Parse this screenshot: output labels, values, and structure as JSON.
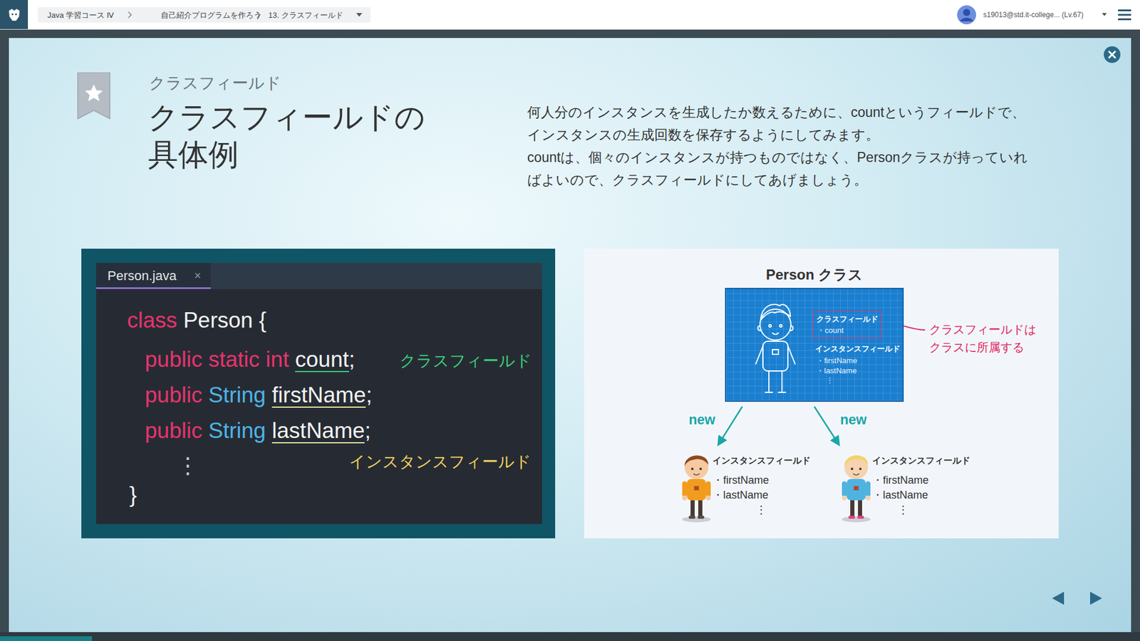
{
  "diagram": {
    "title": "クラスフィールドの 具体例",
    "nodes": [
      {
        "text": [
          "Person クラス",
          "インスタンスフィールド",
          "・firstName",
          "・lastName",
          "⋮"
        ]
      },
      {
        "text": [
          "クラスフィールド",
          "・count"
        ],
        "in": 0
      },
      {
        "text": [
          "インスタンスフィールド",
          "・firstName",
          "・lastName",
          "⋮"
        ]
      },
      {
        "text": [
          "インスタンスフィールド",
          "・firstName",
          "・lastName",
          "⋮"
        ]
      }
    ],
    "edges": [
      {
        "from": 0,
        "to": 2,
        "arrow": "to",
        "label": "new"
      },
      {
        "from": 0,
        "to": 3,
        "arrow": "to",
        "label": "new"
      }
    ],
    "labels": [
      "Java 学習コース Ⅳ",
      "自己紹介プログラムを作ろう",
      "13. クラスフィールド",
      "s19013@std.it-college... (Lv.67)",
      "クラスフィールド",
      "何人分のインスタンスを生成したか数えるために、countというフィールドで、インスタンスの生成回数を保存するようにしてみます。",
      "countは、個々のインスタンスが持つものではなく、Personクラスが持っていればよいので、クラスフィールドにしてあげましょう。",
      "Person.java",
      "×",
      "class",
      "Person {",
      "public static int",
      "count",
      ";",
      "クラスフィールド",
      "public",
      "String",
      "firstName",
      ";",
      "public",
      "String",
      "lastName",
      ";",
      "⋮",
      "インスタンスフィールド",
      "}",
      "クラスフィールドは クラスに所属する"
    ]
  }
}
